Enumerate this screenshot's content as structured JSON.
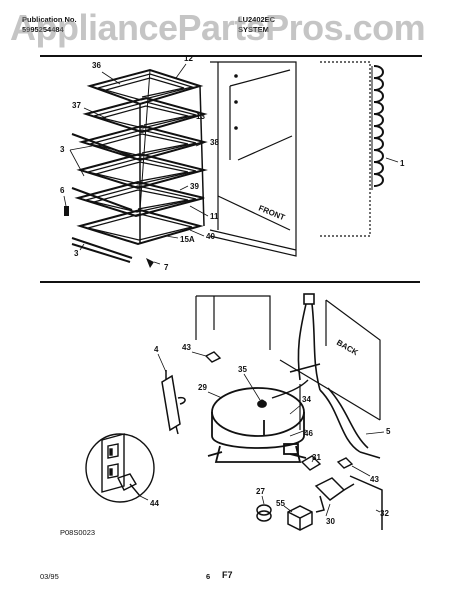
{
  "header": {
    "publication_label": "Publication No.",
    "publication_no": "5995254484",
    "model": "LU2402EC",
    "section_title": "SYSTEM",
    "watermark": "AppliancePartsPros.com"
  },
  "labels": {
    "cabinet_front": "FRONT",
    "cabinet_back": "BACK"
  },
  "callouts": {
    "top": [
      "36",
      "12",
      "37",
      "13",
      "3",
      "38",
      "6",
      "39",
      "11",
      "40",
      "3",
      "15A",
      "7",
      "1"
    ],
    "bottom": [
      "4",
      "43",
      "29",
      "35",
      "34",
      "46",
      "5",
      "31",
      "43",
      "44",
      "27",
      "55",
      "30",
      "32"
    ]
  },
  "footer": {
    "drawing_id": "P08S0023",
    "date": "03/95",
    "page": "6",
    "page_code": "F7"
  },
  "colors": {
    "ink": "#111111",
    "watermark": "#969696"
  }
}
